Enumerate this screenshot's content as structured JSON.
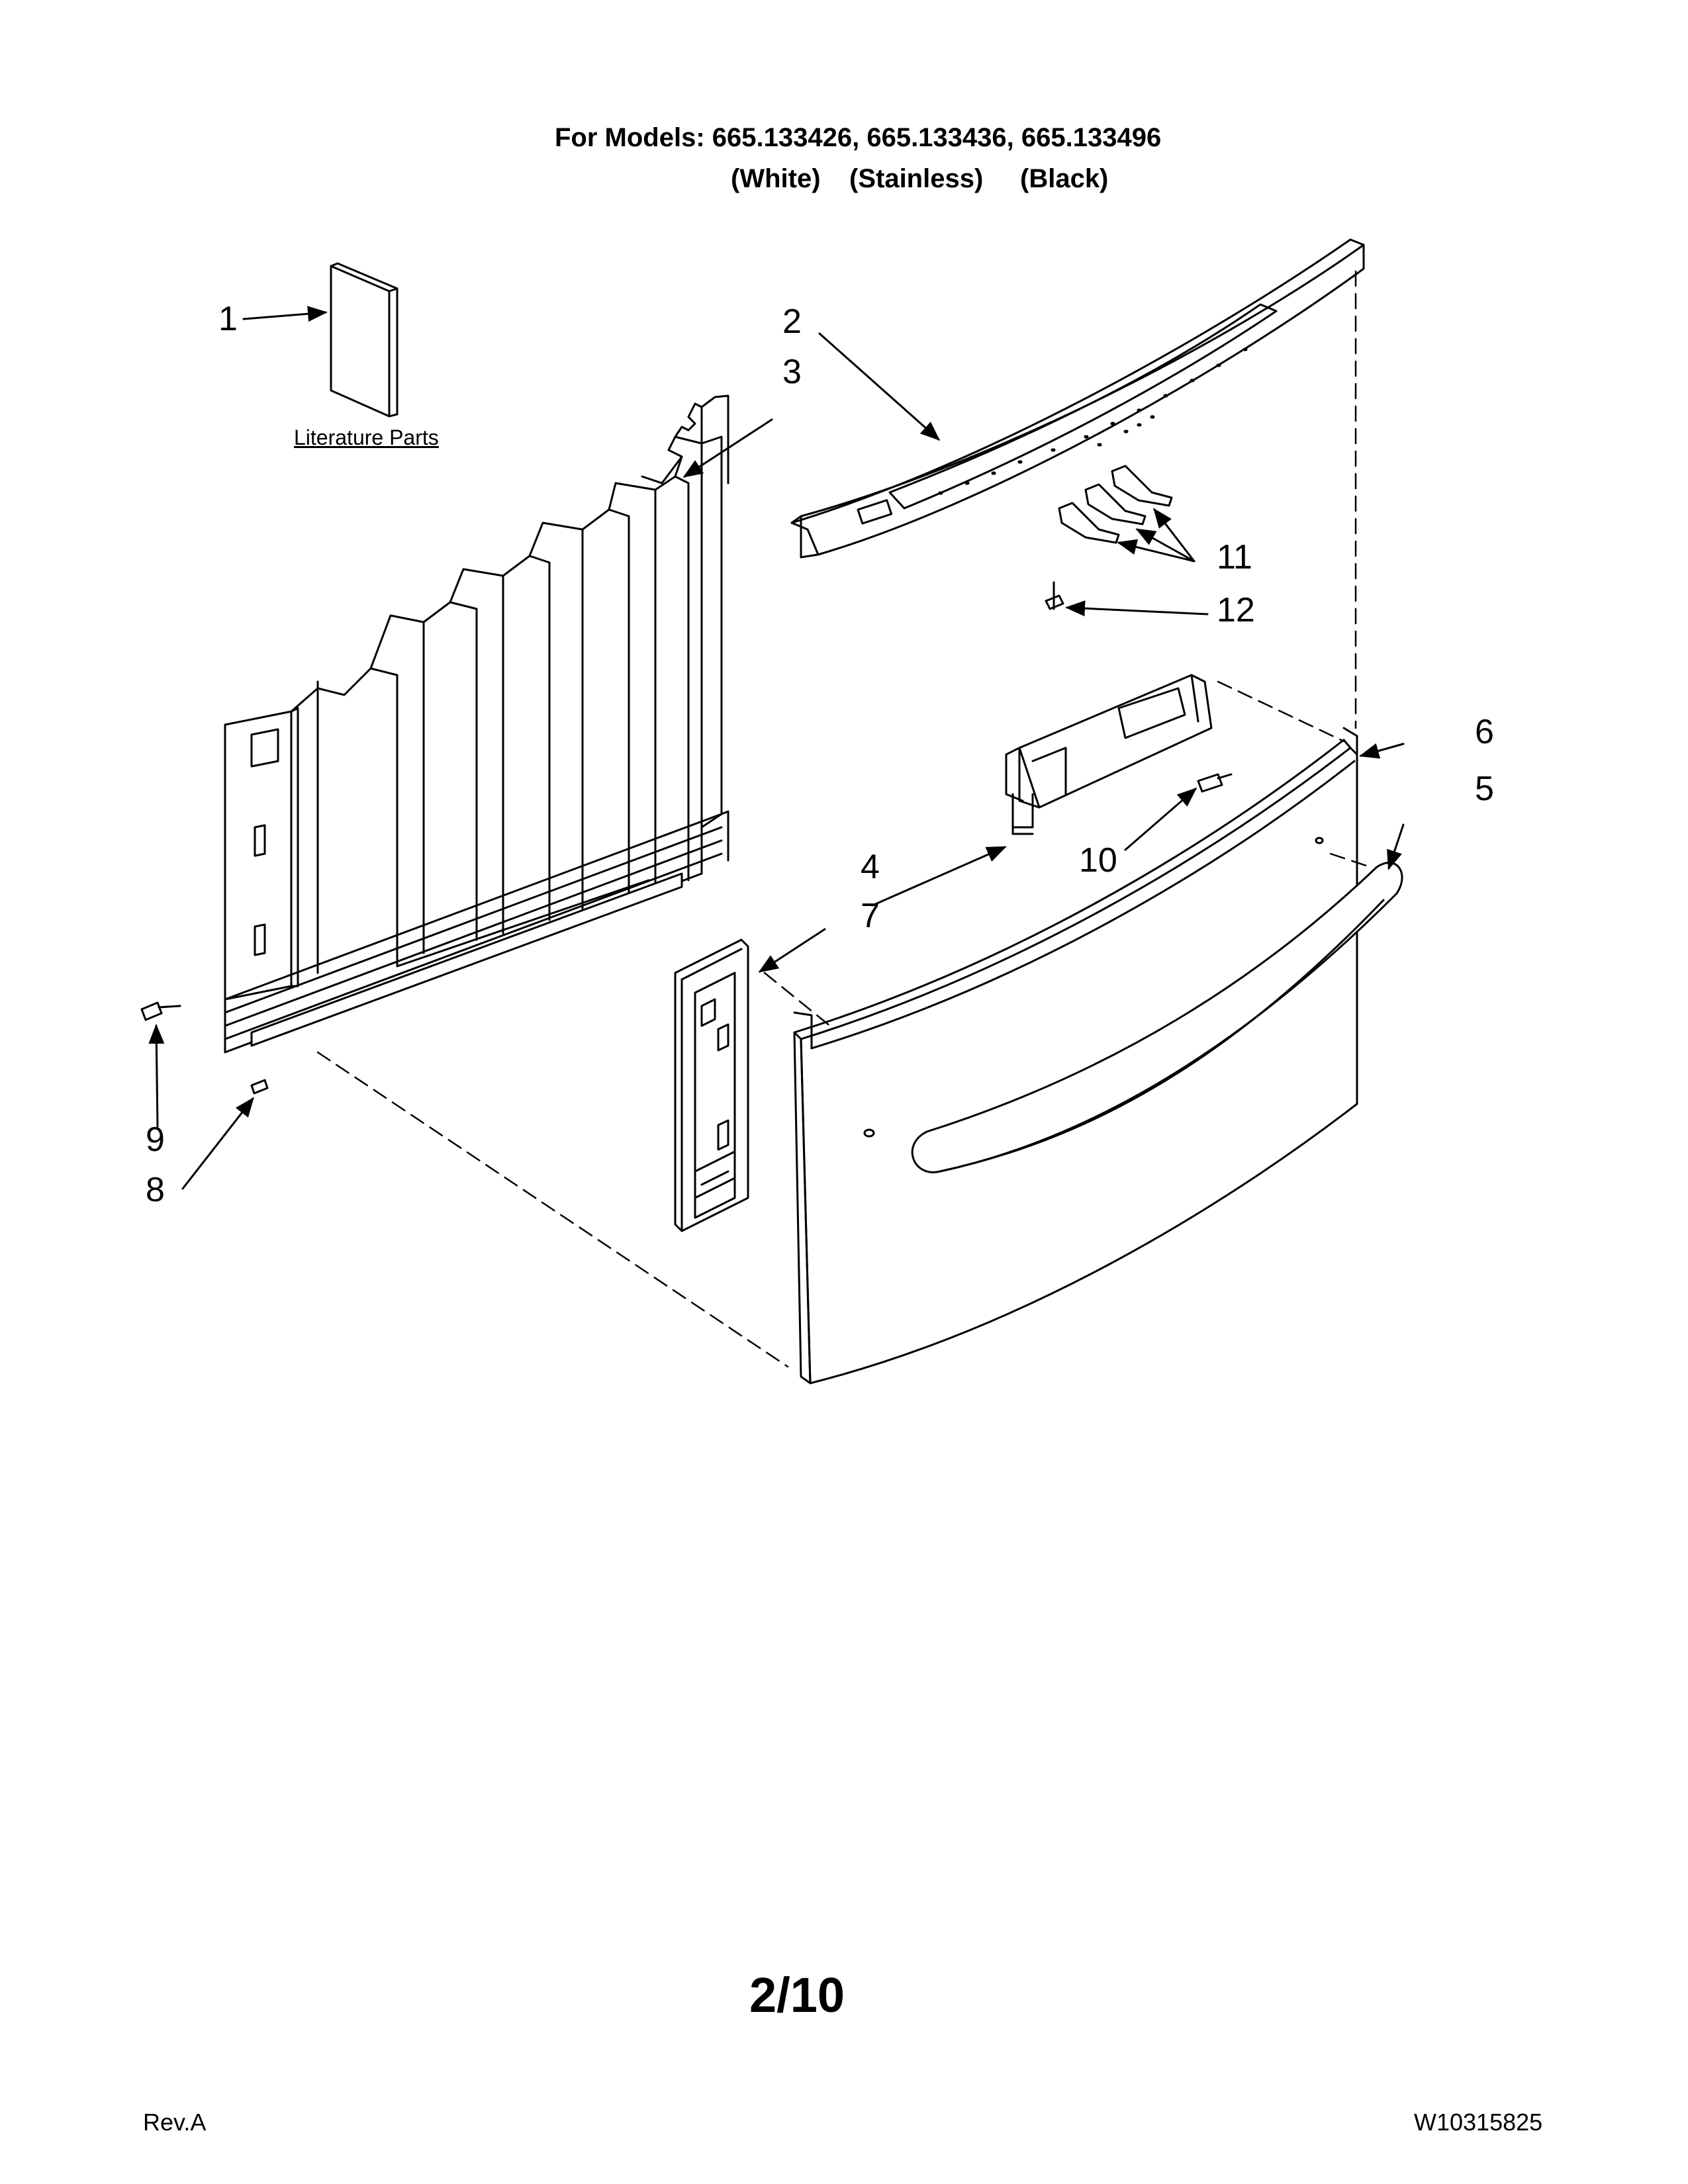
{
  "header": {
    "models_line": "For Models: 665.133426, 665.133436, 665.133496",
    "colors": [
      "(White)",
      "(Stainless)",
      "(Black)"
    ]
  },
  "literature_label": "Literature Parts",
  "callouts": {
    "c1": "1",
    "c2": "2",
    "c3": "3",
    "c4": "4",
    "c5": "5",
    "c6": "6",
    "c7": "7",
    "c8": "8",
    "c9": "9",
    "c10": "10",
    "c11": "11",
    "c12": "12"
  },
  "footer": {
    "page": "2/10",
    "revision": "Rev.A",
    "doc_number": "W10315825"
  }
}
